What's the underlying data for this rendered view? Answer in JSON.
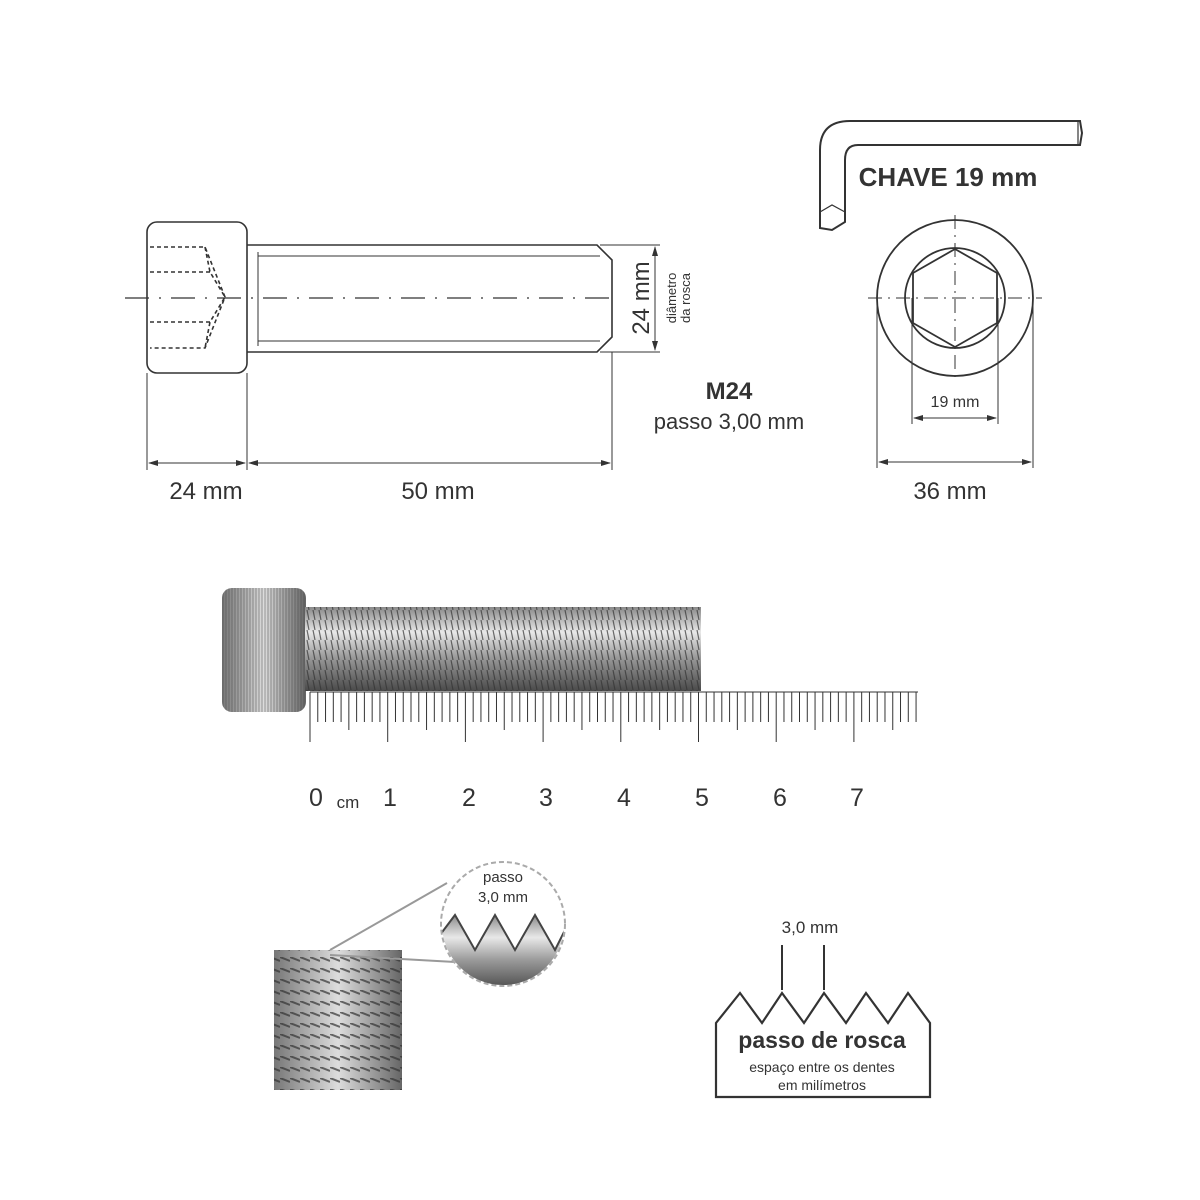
{
  "dimensions": {
    "head_length": "24 mm",
    "shank_length": "50 mm",
    "thread_diameter": "24 mm",
    "thread_diameter_caption_1": "diâmetro",
    "thread_diameter_caption_2": "da rosca",
    "key_size": "19 mm",
    "head_diameter": "36 mm"
  },
  "spec": {
    "designation": "M24",
    "pitch": "passo 3,00 mm"
  },
  "key": {
    "title": "CHAVE 19 mm"
  },
  "ruler": {
    "unit": "cm",
    "labels": [
      "0",
      "1",
      "2",
      "3",
      "4",
      "5",
      "6",
      "7"
    ]
  },
  "magnifier": {
    "line1": "passo",
    "line2": "3,0 mm"
  },
  "pitch_diagram": {
    "measure": "3,0 mm",
    "title": "passo de rosca",
    "subtitle_1": "espaço entre os dentes",
    "subtitle_2": "em milímetros"
  },
  "colors": {
    "line": "#333333",
    "metal_dark": "#555555",
    "metal_light": "#e0e0e0"
  }
}
